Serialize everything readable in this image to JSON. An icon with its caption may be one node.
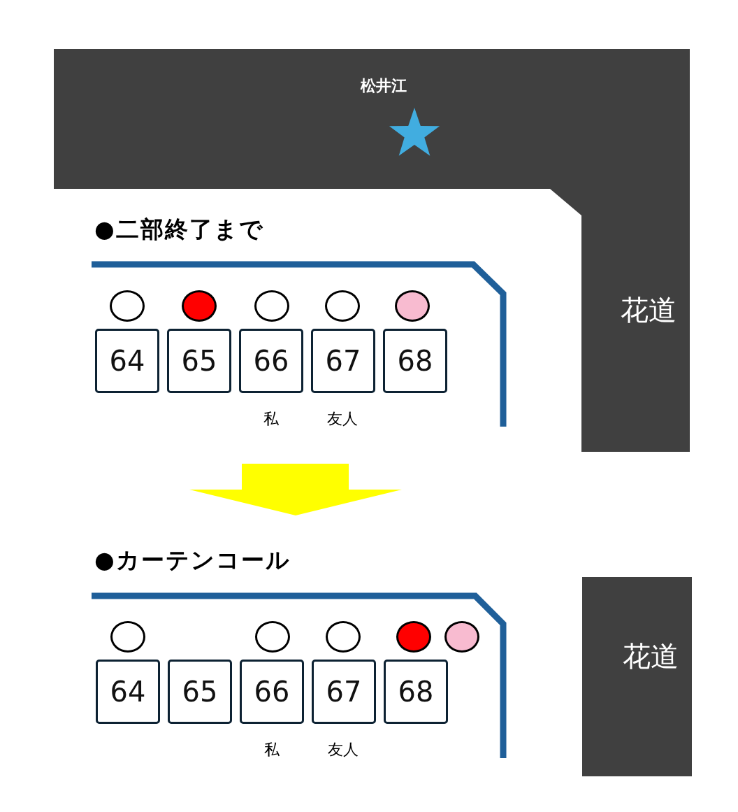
{
  "diagram": {
    "nodes": [
      {
        "text": [
          "松井江"
        ]
      },
      {
        "text": [
          "花道"
        ]
      },
      {
        "text": [],
        "shape": "circle"
      },
      {
        "text": [],
        "shape": "circle"
      },
      {
        "text": [],
        "shape": "circle"
      },
      {
        "text": [],
        "shape": "circle"
      },
      {
        "text": [],
        "shape": "circle"
      },
      {
        "text": [
          "64"
        ]
      },
      {
        "text": [
          "65"
        ]
      },
      {
        "text": [
          "66"
        ]
      },
      {
        "text": [
          "67"
        ]
      },
      {
        "text": [
          "68"
        ]
      },
      {
        "text": [
          "花道"
        ]
      },
      {
        "text": [],
        "shape": "circle"
      },
      {
        "text": [],
        "shape": "circle"
      },
      {
        "text": [],
        "shape": "circle"
      },
      {
        "text": [],
        "shape": "circle"
      },
      {
        "text": [],
        "shape": "circle"
      },
      {
        "text": [
          "64"
        ]
      },
      {
        "text": [
          "65"
        ]
      },
      {
        "text": [
          "66"
        ]
      },
      {
        "text": [
          "67"
        ]
      },
      {
        "text": [
          "68"
        ]
      }
    ],
    "labels": [
      "●二部終了まで",
      "私",
      "友人",
      "●カーテンコール",
      "私",
      "友人"
    ]
  }
}
